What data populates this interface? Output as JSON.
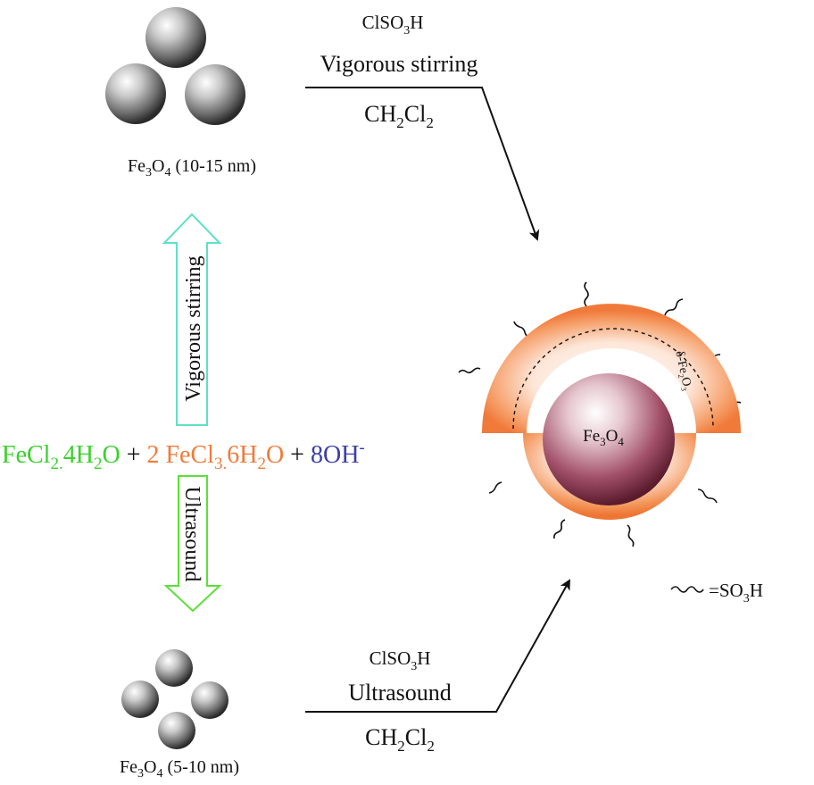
{
  "top_product": {
    "formula_main": "Fe",
    "sub1": "3",
    "mid": "O",
    "sub2": "4",
    "size": " (10-15 nm)"
  },
  "bottom_product": {
    "formula_main": "Fe",
    "sub1": "3",
    "mid": "O",
    "sub2": "4",
    "size": " (5-10 nm)"
  },
  "top_route": {
    "reagent": {
      "a": "ClSO",
      "sub": "3",
      "b": "H"
    },
    "condition": "Vigorous stirring",
    "solvent": {
      "a": "CH",
      "sub1": "2",
      "b": "Cl",
      "sub2": "2"
    }
  },
  "bottom_route": {
    "reagent": {
      "a": "ClSO",
      "sub": "3",
      "b": "H"
    },
    "condition": "Ultrasound",
    "solvent": {
      "a": "CH",
      "sub1": "2",
      "b": "Cl",
      "sub2": "2"
    }
  },
  "vertical_labels": {
    "up": "Vigorous stirring",
    "down": "Ultrasound"
  },
  "reaction": {
    "part1": {
      "a": "FeCl",
      "sub1": "2.",
      "b": "4H",
      "sub2": "2",
      "c": "O",
      "color": "#39d22b"
    },
    "plus1": " + ",
    "part2": {
      "a": "2 FeCl",
      "sub1": "3.",
      "b": "6H",
      "sub2": "2",
      "c": "O",
      "color": "#f07b3a"
    },
    "plus2": " + ",
    "part3": {
      "a": "8OH",
      "sup": "-",
      "color": "#3b3fa6"
    }
  },
  "core_shell": {
    "core": {
      "a": "Fe",
      "sub1": "3",
      "b": "O",
      "sub2": "4"
    },
    "shell_label": "δ-Fe₂O₃",
    "shell_color": "#f1783a",
    "core_color": "#8b2f45"
  },
  "legend": {
    "a": "=SO",
    "sub": "3",
    "b": "H"
  },
  "colors": {
    "arrow_up": "#5fe0c6",
    "arrow_down": "#5ce03a",
    "text": "#111111"
  }
}
